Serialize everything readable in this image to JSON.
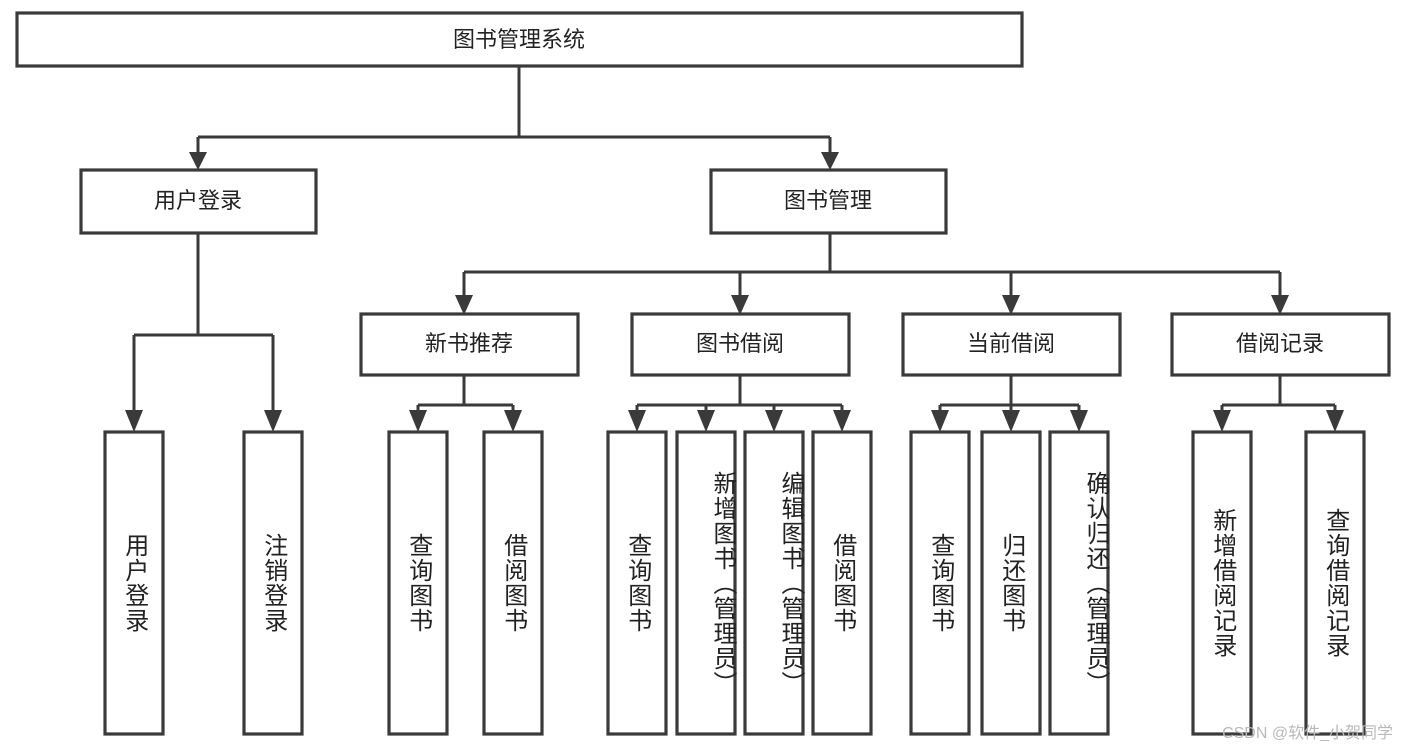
{
  "diagram": {
    "type": "tree",
    "title": "图书管理系统",
    "root": {
      "label": "图书管理系统"
    },
    "level2": [
      {
        "label": "用户登录"
      },
      {
        "label": "图书管理"
      }
    ],
    "level3": [
      {
        "label": "新书推荐"
      },
      {
        "label": "图书借阅"
      },
      {
        "label": "当前借阅"
      },
      {
        "label": "借阅记录"
      }
    ],
    "leaves": {
      "user_login": [
        {
          "label": "用户登录"
        },
        {
          "label": "注销登录"
        }
      ],
      "new_book_recommend": [
        {
          "label": "查询图书"
        },
        {
          "label": "借阅图书"
        }
      ],
      "book_borrow": [
        {
          "label": "查询图书"
        },
        {
          "label": "新增图书（管理员）"
        },
        {
          "label": "编辑图书（管理员）"
        },
        {
          "label": "借阅图书"
        }
      ],
      "current_borrow": [
        {
          "label": "查询图书"
        },
        {
          "label": "归还图书"
        },
        {
          "label": "确认归还（管理员）"
        }
      ],
      "borrow_record": [
        {
          "label": "新增借阅记录"
        },
        {
          "label": "查询借阅记录"
        }
      ]
    },
    "colors": {
      "box_stroke": "#3a3a3a",
      "box_fill": "#ffffff",
      "text": "#222222",
      "background": "#ffffff",
      "watermark": "#b9b9b9"
    }
  },
  "watermark": {
    "text": "CSDN @软件_小贺同学"
  }
}
